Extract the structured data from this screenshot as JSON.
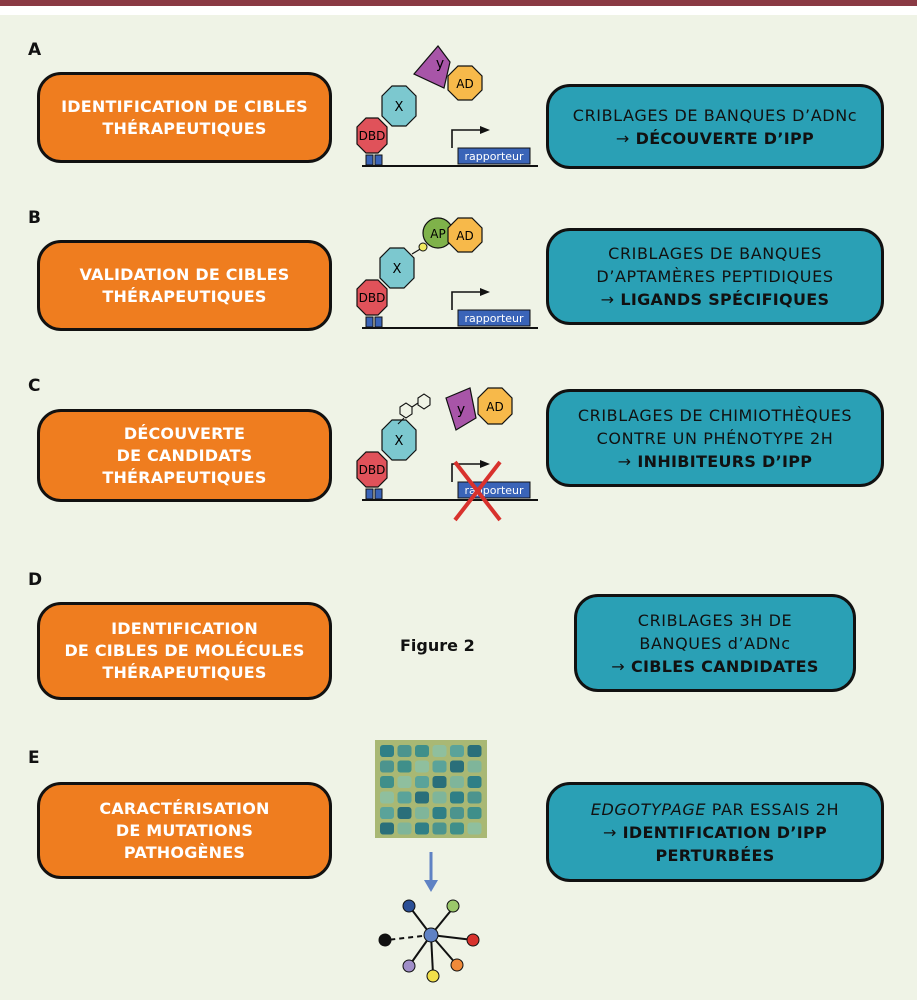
{
  "rows": [
    {
      "letter": "A",
      "left": "IDENTIFICATION DE CIBLES\nTHÉRAPEUTIQUES",
      "right": {
        "lines": [
          "CRIBLAGES DE BANQUES D’ADNc"
        ],
        "arrow": "→",
        "bold": "DÉCOUVERTE D’IPP"
      },
      "diagram": {
        "dbd": "DBD",
        "x": "X",
        "y": "y",
        "ad": "AD",
        "reporter": "rapporteur"
      }
    },
    {
      "letter": "B",
      "left": "VALIDATION DE CIBLES\nTHÉRAPEUTIQUES",
      "right": {
        "lines": [
          "CRIBLAGES DE BANQUES",
          "D’APTAMÈRES PEPTIDIQUES"
        ],
        "arrow": "→",
        "bold": "LIGANDS SPÉCIFIQUES"
      },
      "diagram": {
        "dbd": "DBD",
        "x": "X",
        "ap": "AP",
        "ad": "AD",
        "reporter": "rapporteur"
      }
    },
    {
      "letter": "C",
      "left": "DÉCOUVERTE\nDE CANDIDATS\nTHÉRAPEUTIQUES",
      "right": {
        "lines": [
          "CRIBLAGES DE CHIMIOTHÈQUES",
          "CONTRE UN PHÉNOTYPE 2H"
        ],
        "arrow": "→",
        "bold": "INHIBITEURS D’IPP"
      },
      "diagram": {
        "dbd": "DBD",
        "x": "X",
        "y": "y",
        "ad": "AD",
        "reporter": "rapporteur"
      }
    },
    {
      "letter": "D",
      "left": "IDENTIFICATION\nDE CIBLES DE MOLÉCULES\nTHÉRAPEUTIQUES",
      "right": {
        "lines": [
          "CRIBLAGES 3H DE",
          "BANQUES d’ADNc"
        ],
        "arrow": "→",
        "bold": "CIBLES CANDIDATES"
      },
      "figure_label": "Figure 2"
    },
    {
      "letter": "E",
      "left": "CARACTÉRISATION\nDE MUTATIONS\nPATHOGÈNES",
      "right": {
        "italic": "EDGOTYPAGE",
        "lines_after_italic": " PAR ESSAIS 2H",
        "arrow": "→",
        "bold_lines": [
          "IDENTIFICATION D’IPP",
          "PERTURBÉES"
        ]
      }
    }
  ],
  "colors": {
    "orange": "#ef7d1f",
    "teal": "#2aa0b5",
    "dbd_red": "#e0525a",
    "x_teal": "#7cc8cf",
    "y_purple": "#a855a8",
    "ad_yellow": "#f7b94a",
    "ap_green": "#7fb24a",
    "reporter_blue": "#3a64b8",
    "cross_red": "#d8322d",
    "top_bar": "#8a3a44",
    "panel_bg": "#eff3e6"
  }
}
